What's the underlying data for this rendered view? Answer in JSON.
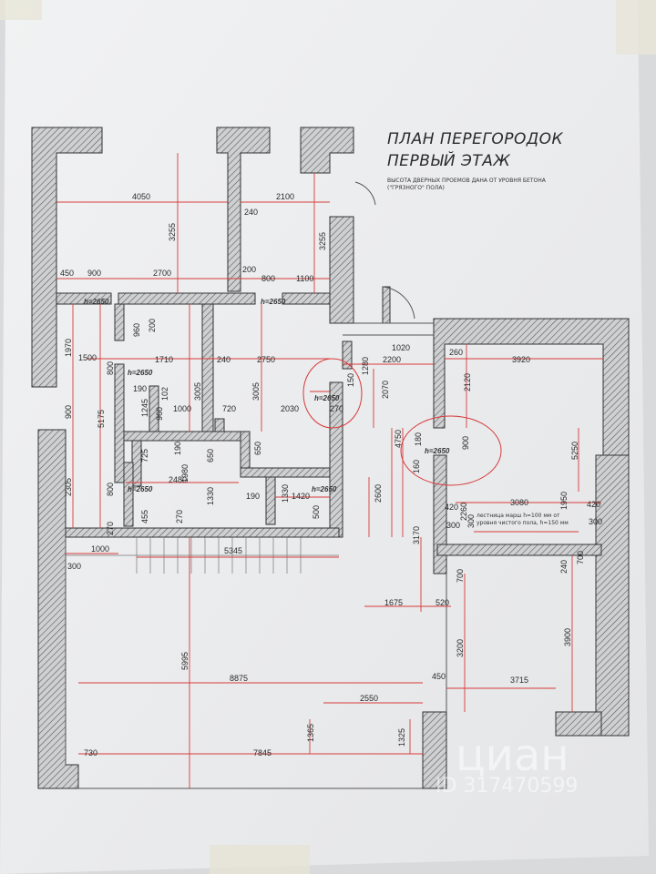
{
  "plan": {
    "title_line1": "ПЛАН ПЕРЕГОРОДОК",
    "title_line2": "ПЕРВЫЙ ЭТАЖ",
    "note_line1": "ВЫСОТА ДВЕРНЫХ ПРОЕМОВ ДАНА ОТ УРОВНЯ БЕТОНА",
    "note_line2": "(\"ГРЯЗНОГО\" ПОЛА)",
    "stair_note1": "лестница марш h=100 мм от",
    "stair_note2": "уровня чистого пола, h=150 мм"
  },
  "watermark": {
    "brand": "циан",
    "id": "ID 317470599"
  },
  "dimensions": [
    "4050",
    "2100",
    "3255",
    "240",
    "3255",
    "200",
    "450",
    "900",
    "2700",
    "800",
    "1100",
    "1970",
    "1500",
    "960",
    "200",
    "1710",
    "240",
    "2750",
    "800",
    "3005",
    "3005",
    "190",
    "1280",
    "2200",
    "260",
    "3920",
    "900",
    "5175",
    "1245",
    "960",
    "102",
    "1000",
    "720",
    "2030",
    "270",
    "150",
    "2070",
    "2120",
    "4750",
    "180",
    "900",
    "5250",
    "725",
    "190",
    "1980",
    "650",
    "650",
    "2480",
    "2600",
    "160",
    "2305",
    "800",
    "1330",
    "190",
    "1330",
    "1420",
    "500",
    "420",
    "2260",
    "3080",
    "1950",
    "420",
    "455",
    "270",
    "270",
    "300",
    "300",
    "300",
    "300",
    "1000",
    "5345",
    "3170",
    "240",
    "1675",
    "520",
    "5995",
    "3200",
    "3900",
    "8875",
    "450",
    "3715",
    "2550",
    "1365",
    "1325",
    "730",
    "7845",
    "700",
    "700",
    "1020"
  ],
  "door_heights": [
    "h=2650",
    "h=2650",
    "h=2650",
    "h=2650",
    "h=2650",
    "h=2650",
    "h=2650"
  ]
}
